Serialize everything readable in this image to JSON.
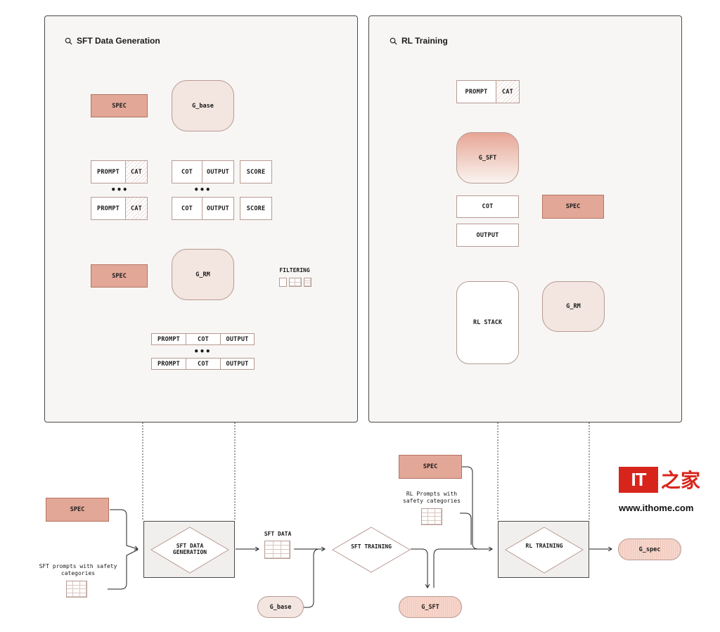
{
  "sft_panel": {
    "title": "SFT Data Generation"
  },
  "rl_panel": {
    "title": "RL Training"
  },
  "sft": {
    "spec_top": "SPEC",
    "g_base": "G_base",
    "row1": {
      "prompt": "PROMPT",
      "cat": "CAT",
      "cot": "COT",
      "output": "OUTPUT",
      "score": "SCORE"
    },
    "row2": {
      "prompt": "PROMPT",
      "cat": "CAT",
      "cot": "COT",
      "output": "OUTPUT",
      "score": "SCORE"
    },
    "dots": "•••",
    "spec_bottom": "SPEC",
    "g_rm": "G_RM",
    "filtering": "FILTERING",
    "out1": {
      "prompt": "PROMPT",
      "cot": "COT",
      "output": "OUTPUT"
    },
    "out2": {
      "prompt": "PROMPT",
      "cot": "COT",
      "output": "OUTPUT"
    }
  },
  "rl": {
    "prompt": "PROMPT",
    "cat": "CAT",
    "g_sft": "G_SFT",
    "cot": "COT",
    "output": "OUTPUT",
    "spec": "SPEC",
    "rl_stack": "RL STACK",
    "g_rm": "G_RM"
  },
  "pipeline": {
    "spec_left": "SPEC",
    "sft_prompts": "SFT prompts with safety categories",
    "sft_gen_proc": "SFT DATA GENERATION",
    "sft_data": "SFT DATA",
    "g_base": "G_base",
    "sft_training": "SFT TRAINING",
    "g_sft": "G_SFT",
    "spec_top": "SPEC",
    "rl_prompts": "RL Prompts with safety categories",
    "rl_training": "RL TRAINING",
    "g_spec": "G_spec"
  },
  "watermark": {
    "it": "IT",
    "cn": "之家",
    "url": "www.ithome.com"
  },
  "colors": {
    "spec_fill": "#e2a797",
    "accent_red": "#d8251c",
    "model_soft": "#f3e5e0"
  }
}
